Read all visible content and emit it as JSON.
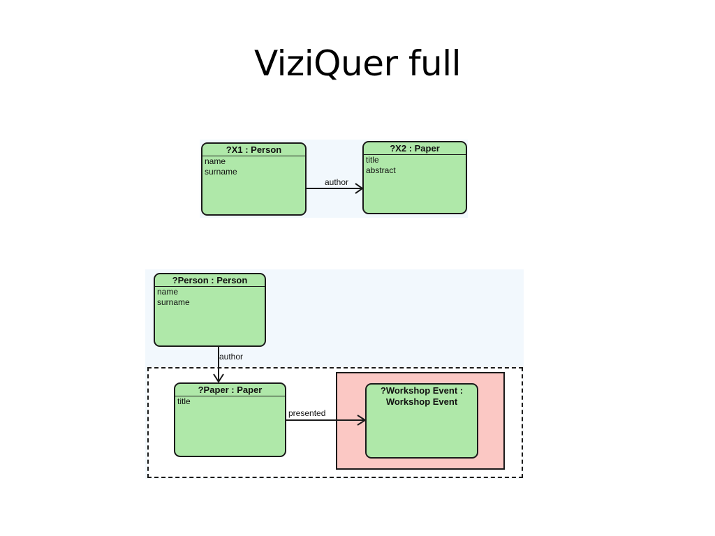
{
  "slide": {
    "title": "ViziQuer full"
  },
  "diagram1": {
    "nodes": [
      {
        "header": "?X1 : Person",
        "attributes": [
          "name",
          "surname"
        ]
      },
      {
        "header": "?X2 : Paper",
        "attributes": [
          "title",
          "abstract"
        ]
      }
    ],
    "edges": [
      {
        "label": "author"
      }
    ]
  },
  "diagram2": {
    "nodes": [
      {
        "header": "?Person : Person",
        "attributes": [
          "name",
          "surname"
        ]
      },
      {
        "header": "?Paper : Paper",
        "attributes": [
          "title"
        ]
      },
      {
        "header_line1": "?Workshop Event :",
        "header_line2": "Workshop Event"
      }
    ],
    "edges": [
      {
        "label": "author"
      },
      {
        "label": "presented"
      }
    ]
  },
  "colors": {
    "node_fill": "#afe8a9",
    "canvas": "#f2f8fd",
    "negation_box": "#fbc8c4",
    "border": "#1a1a1a"
  }
}
